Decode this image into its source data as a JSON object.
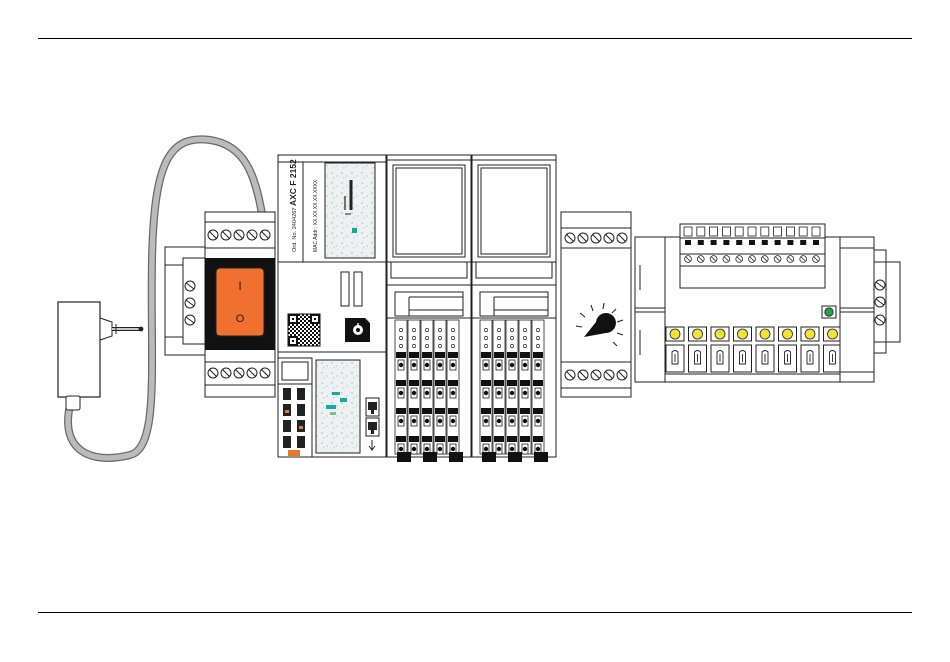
{
  "controller": {
    "model": "AXC F 2152",
    "order_no": "Ord. No. 2404267",
    "mac_addr": "MAC Addr.: XX.XX.XX.XX.XXXX"
  },
  "power_switch": {
    "on_symbol": "I",
    "off_symbol": "O"
  },
  "colors": {
    "switch_orange": "#F07030",
    "led_yellow": "#F2E33A",
    "led_green": "#22A34A",
    "cable_gray": "#BBBBBB",
    "teal_accent": "#19A7A4",
    "orange_accent": "#E8772A"
  }
}
